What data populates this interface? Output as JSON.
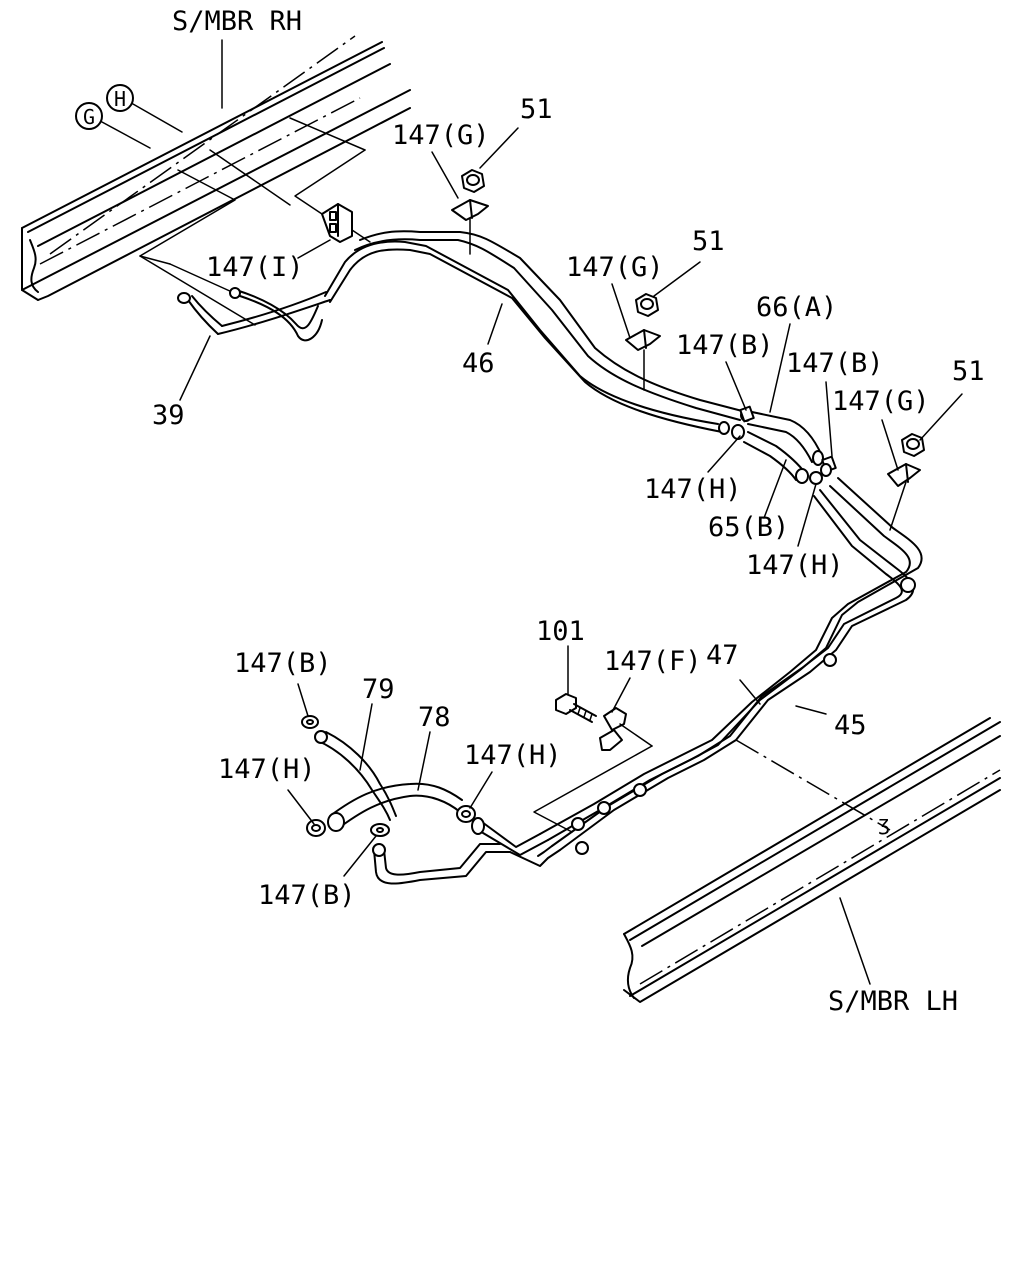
{
  "diagram": {
    "frame_labels": {
      "rh": "S/MBR RH",
      "lh": "S/MBR LH"
    },
    "circle_markers": {
      "g": "G",
      "h": "H"
    },
    "callouts": {
      "c51_a": "51",
      "c51_b": "51",
      "c51_c": "51",
      "c147g_a": "147(G)",
      "c147g_b": "147(G)",
      "c147g_c": "147(G)",
      "c147i": "147(I)",
      "c39": "39",
      "c46": "46",
      "c66a": "66(A)",
      "c147b_a": "147(B)",
      "c147b_b": "147(B)",
      "c147h_a": "147(H)",
      "c65b": "65(B)",
      "c147h_b": "147(H)",
      "c101": "101",
      "c147f": "147(F)",
      "c47": "47",
      "c45": "45",
      "c147b_c": "147(B)",
      "c79": "79",
      "c78": "78",
      "c147h_c": "147(H)",
      "c147h_d": "147(H)",
      "c147b_d": "147(B)"
    }
  }
}
